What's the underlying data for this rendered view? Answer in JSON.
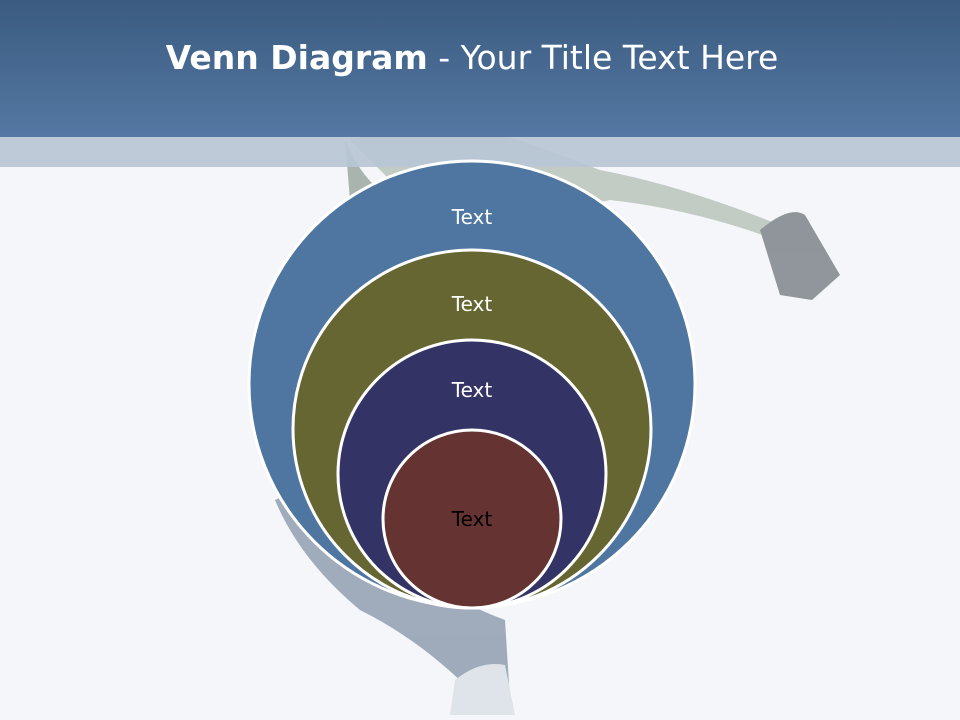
{
  "slide": {
    "title_bold": "Venn Diagram",
    "title_rest": " - Your Title Text Here"
  },
  "diagram": {
    "circles": [
      {
        "label": "Text",
        "fill": "#4e76a1",
        "text_color": "#ffffff"
      },
      {
        "label": "Text",
        "fill": "#666633",
        "text_color": "#ffffff"
      },
      {
        "label": "Text",
        "fill": "#333366",
        "text_color": "#ffffff"
      },
      {
        "label": "Text",
        "fill": "#663333",
        "text_color": "#000000"
      }
    ]
  },
  "colors": {
    "header_top": "#3b5b80",
    "header_bottom": "#5478a3",
    "band": "#b9c5d4",
    "background": "#f4f6f9",
    "circle_stroke": "#ffffff"
  }
}
